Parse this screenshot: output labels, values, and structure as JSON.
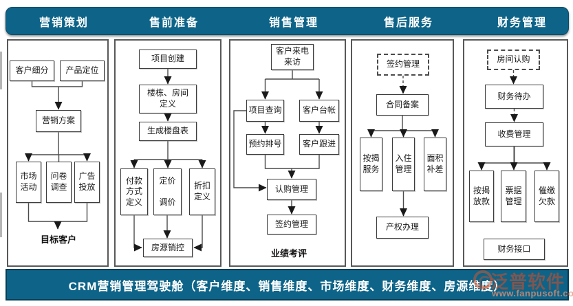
{
  "theme": {
    "accent_teal": "#0d6488",
    "panel_border": "#585858",
    "box_border": "#3c3c3c",
    "line_color": "#4a4a4a",
    "watermark_color": "#c64e2d"
  },
  "columns": {
    "marketing": {
      "title": "营销策划",
      "customer_segmentation": "客户细分",
      "product_positioning": "产品定位",
      "marketing_plan": "营销方案",
      "market_activity": "市场\n活动",
      "survey": "问卷\n调查",
      "advertising": "广告\n投放",
      "target_customer": "目标客户"
    },
    "presale": {
      "title": "售前准备",
      "project_create": "项目创建",
      "building_room_define": "楼栋、房间\n定义",
      "building_table": "生成楼盘表",
      "payment_method_define": "付款\n方式\n定义",
      "pricing_adjust": "定价\n\n调价",
      "discount_define": "折扣\n定义",
      "sales_control": "房源销控"
    },
    "sales": {
      "title": "销售管理",
      "incoming_call_visit": "客户来电\n来访",
      "project_query": "项目查询",
      "customer_ledger": "客户台帐",
      "appointment_number": "预约排号",
      "customer_followup": "客户跟进",
      "purchase_mgmt": "认购管理",
      "signing_mgmt": "签约管理",
      "performance_review": "业绩考评"
    },
    "aftersale": {
      "title": "售后服务",
      "signing_mgmt_ref": "签约管理",
      "contract_filing": "合同备案",
      "mortgage_service": "按揭\n服务",
      "movein_mgmt": "入住\n管理",
      "area_compensation": "面积\n补差",
      "property_rights": "产权办理"
    },
    "finance": {
      "title": "财务管理",
      "room_purchase_ref": "房间认购",
      "finance_todo": "财务待办",
      "fee_mgmt": "收费管理",
      "mortgage_loan": "按揭\n放款",
      "bill_mgmt": "票据\n管理",
      "arrears_collection": "催缴\n欠款",
      "finance_interface": "财务接口"
    }
  },
  "banner": {
    "text": "CRM营销管理驾驶舱（客户维度、销售维度、市场维度、财务维度、房源维度）"
  },
  "watermark": {
    "name": "泛普软件",
    "url": "www.fanpusoft.com"
  }
}
